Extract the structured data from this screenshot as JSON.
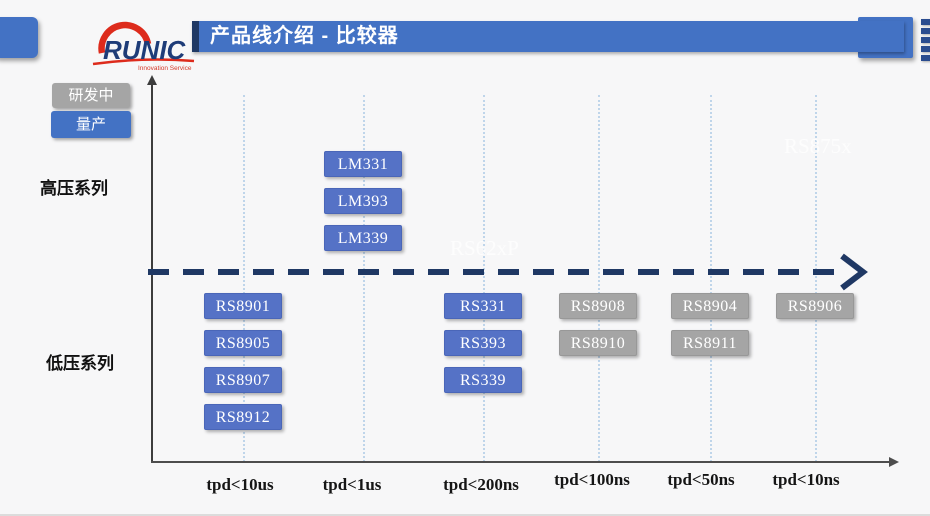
{
  "logo": {
    "brand": "RUNIC",
    "tagline": "Innovation Service"
  },
  "header": {
    "title": "产品线介绍 - 比较器"
  },
  "legend": {
    "in_development": "研发中",
    "mass_production": "量产"
  },
  "rows": {
    "high": "高压系列",
    "low": "低压系列"
  },
  "watermarks": {
    "center": "RS62xP",
    "top_right": "RS875x"
  },
  "colors": {
    "accent_blue": "#4372C4",
    "dark_navy": "#1F3864",
    "chip_blue": "#5572C6",
    "chip_gray": "#A5A5A5",
    "gridline_blue": "#BFD5EA"
  },
  "chart_data": {
    "type": "scatter",
    "title": "产品线介绍 - 比较器",
    "xlabel": "",
    "ylabel": "",
    "x_categories": [
      "tpd<10us",
      "tpd<1us",
      "tpd<200ns",
      "tpd<100ns",
      "tpd<50ns",
      "tpd<10ns"
    ],
    "y_categories": [
      "高压系列",
      "低压系列"
    ],
    "legend_position": "top-left",
    "legend": {
      "blue": "量产",
      "gray": "研发中"
    },
    "grid": "vertical-dotted",
    "groups": [
      {
        "x": "tpd<1us",
        "row": "高压系列",
        "status": "量产",
        "parts": [
          "LM331",
          "LM393",
          "LM339"
        ]
      },
      {
        "x": "tpd<10us",
        "row": "低压系列",
        "status": "量产",
        "parts": [
          "RS8901",
          "RS8905",
          "RS8907",
          "RS8912"
        ]
      },
      {
        "x": "tpd<200ns",
        "row": "低压系列",
        "status": "量产",
        "parts": [
          "RS331",
          "RS393",
          "RS339"
        ]
      },
      {
        "x": "tpd<100ns",
        "row": "低压系列",
        "status": "研发中",
        "parts": [
          "RS8908",
          "RS8910"
        ]
      },
      {
        "x": "tpd<50ns",
        "row": "低压系列",
        "status": "研发中",
        "parts": [
          "RS8904",
          "RS8911"
        ]
      },
      {
        "x": "tpd<10ns",
        "row": "低压系列",
        "status": "研发中",
        "parts": [
          "RS8906"
        ]
      }
    ]
  }
}
